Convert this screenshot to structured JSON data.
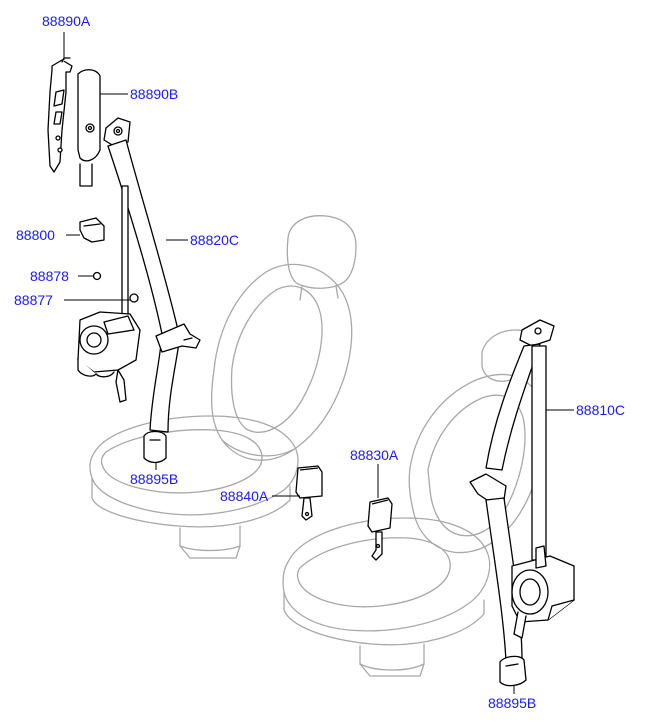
{
  "colors": {
    "label": "#1a1aff",
    "line": "#000000",
    "seat_line": "#a8a8a8",
    "part_fill": "#ffffff"
  },
  "labels": {
    "p88890A": "88890A",
    "p88890B": "88890B",
    "p88800": "88800",
    "p88878": "88878",
    "p88877": "88877",
    "p88820C": "88820C",
    "p88895B_left": "88895B",
    "p88840A": "88840A",
    "p88830A": "88830A",
    "p88810C": "88810C",
    "p88895B_right": "88895B"
  }
}
